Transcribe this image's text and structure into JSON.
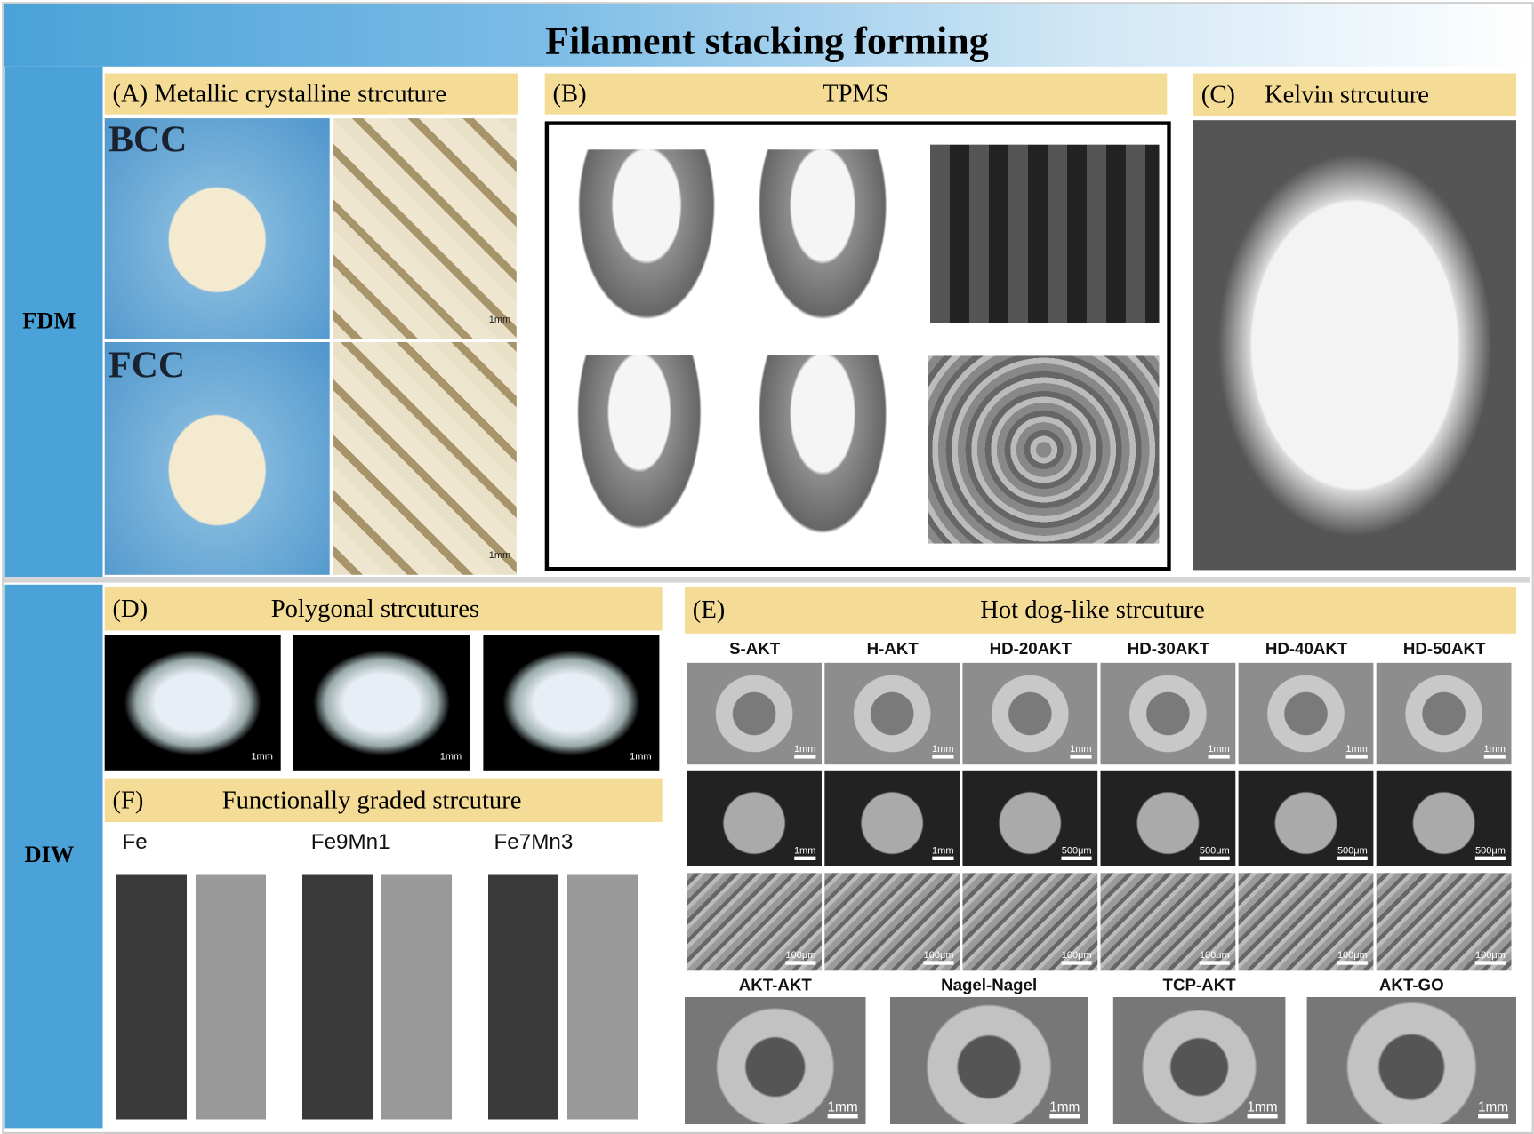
{
  "title": "Filament stacking forming",
  "sections": {
    "fdm": "FDM",
    "diw": "DIW"
  },
  "panels": {
    "A": {
      "label": "(A) Metallic crystalline strcuture",
      "bcc": "BCC",
      "fcc": "FCC",
      "scale": "1mm"
    },
    "B": {
      "label": "(B)",
      "title": "TPMS"
    },
    "C": {
      "label": "(C)",
      "title": "Kelvin strcuture"
    },
    "D": {
      "label": "(D)",
      "title": "Polygonal strcutures",
      "scale": "1mm"
    },
    "E": {
      "label": "(E)",
      "title": "Hot dog-like strcuture",
      "columns": [
        "S-AKT",
        "H-AKT",
        "HD-20AKT",
        "HD-30AKT",
        "HD-40AKT",
        "HD-50AKT"
      ],
      "row_scales": [
        [
          "1mm",
          "1mm",
          "1mm",
          "1mm",
          "1mm",
          "1mm"
        ],
        [
          "1mm",
          "1mm",
          "500μm",
          "500μm",
          "500μm",
          "500μm"
        ],
        [
          "100μm",
          "100μm",
          "100μm",
          "100μm",
          "100μm",
          "100μm"
        ]
      ],
      "bottom": [
        {
          "label": "AKT-AKT",
          "scale": "1mm"
        },
        {
          "label": "Nagel-Nagel",
          "scale": "1mm"
        },
        {
          "label": "TCP-AKT",
          "scale": "1mm"
        },
        {
          "label": "AKT-GO",
          "scale": "1mm"
        }
      ]
    },
    "F": {
      "label": "(F)",
      "title": "Functionally graded strcuture",
      "samples": [
        "Fe",
        "Fe9Mn1",
        "Fe7Mn3"
      ]
    }
  }
}
